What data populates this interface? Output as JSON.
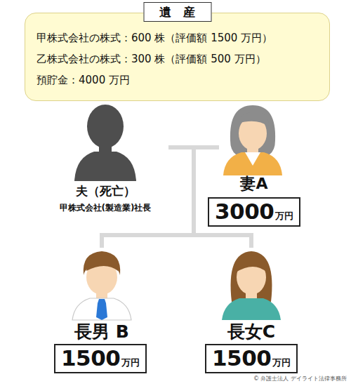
{
  "diagram": {
    "nodes": [
      {
        "text": [
          "遺　産",
          "甲株式会社の株式：600 株（評価額 1500 万円）",
          "乙株式会社の株式：300 株（評価額 500 万円）",
          "預貯金：4000 万円"
        ]
      },
      {
        "text": [
          "夫（死亡）",
          "甲株式会社(製造業)社長"
        ]
      },
      {
        "text": [
          "妻A"
        ]
      },
      {
        "text": [
          "3000",
          "万円"
        ]
      },
      {
        "text": [
          "長男 B"
        ]
      },
      {
        "text": [
          "1500",
          "万円"
        ]
      },
      {
        "text": [
          "長女C"
        ]
      },
      {
        "text": [
          "1500",
          "万円"
        ]
      }
    ],
    "edges": [
      {
        "from": 1,
        "to": 2,
        "arrow": "none"
      },
      {
        "from": 1,
        "to": 4,
        "arrow": "none"
      },
      {
        "from": 1,
        "to": 6,
        "arrow": "none"
      },
      {
        "from": 2,
        "to": 4,
        "arrow": "none"
      },
      {
        "from": 2,
        "to": 6,
        "arrow": "none"
      }
    ],
    "labels": [
      "© 弁護士法人 デイライト法律事務所"
    ]
  }
}
